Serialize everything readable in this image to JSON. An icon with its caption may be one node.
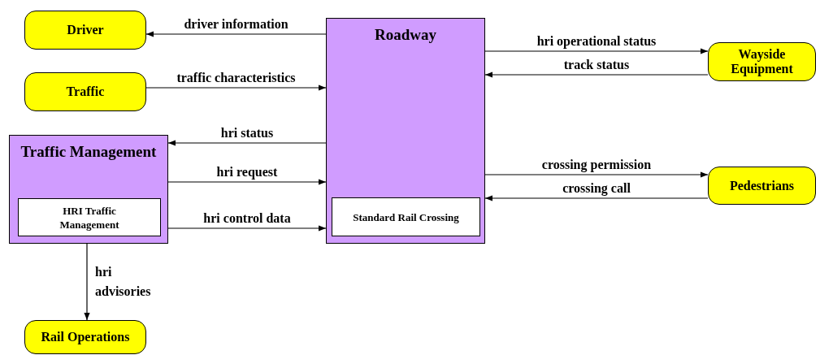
{
  "diagram": {
    "nodes": [
      {
        "text": [
          "Driver"
        ]
      },
      {
        "text": [
          "Traffic"
        ]
      },
      {
        "text": [
          "Traffic Management"
        ]
      },
      {
        "text": [
          "HRI Traffic Management"
        ],
        "in": 2
      },
      {
        "text": [
          "Rail Operations"
        ]
      },
      {
        "text": [
          "Roadway"
        ]
      },
      {
        "text": [
          "Standard Rail Crossing"
        ],
        "in": 5
      },
      {
        "text": [
          "Wayside Equipment"
        ]
      },
      {
        "text": [
          "Pedestrians"
        ]
      }
    ],
    "edges": [
      {
        "from": 5,
        "to": 0,
        "arrow": "to",
        "label": "driver information"
      },
      {
        "from": 1,
        "to": 5,
        "arrow": "to",
        "label": "traffic characteristics"
      },
      {
        "from": 5,
        "to": 2,
        "arrow": "to",
        "label": "hri status"
      },
      {
        "from": 2,
        "to": 5,
        "arrow": "to",
        "label": "hri request"
      },
      {
        "from": 2,
        "to": 5,
        "arrow": "to",
        "label": "hri control data"
      },
      {
        "from": 2,
        "to": 4,
        "arrow": "to",
        "label": "hri advisories"
      },
      {
        "from": 5,
        "to": 7,
        "arrow": "to",
        "label": "hri operational status"
      },
      {
        "from": 7,
        "to": 5,
        "arrow": "to",
        "label": "track status"
      },
      {
        "from": 5,
        "to": 8,
        "arrow": "to",
        "label": "crossing permission"
      },
      {
        "from": 8,
        "to": 5,
        "arrow": "to",
        "label": "crossing call"
      }
    ]
  }
}
